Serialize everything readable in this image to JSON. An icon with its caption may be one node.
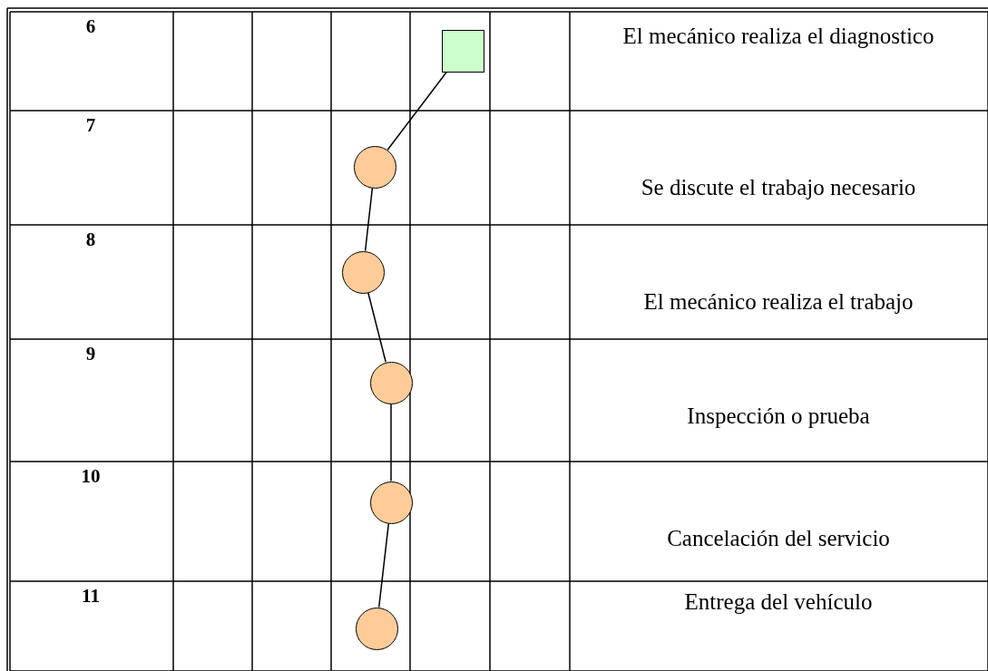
{
  "diagram": {
    "nodes": [
      {
        "text": [],
        "shape": "box"
      },
      {
        "text": [],
        "shape": "circle"
      },
      {
        "text": [],
        "shape": "circle"
      },
      {
        "text": [],
        "shape": "circle"
      },
      {
        "text": [],
        "shape": "circle"
      },
      {
        "text": [],
        "shape": "circle"
      }
    ],
    "edges": [
      {
        "from": 0,
        "to": 1,
        "arrow": "none"
      },
      {
        "from": 1,
        "to": 2,
        "arrow": "none"
      },
      {
        "from": 2,
        "to": 3,
        "arrow": "none"
      },
      {
        "from": 3,
        "to": 4,
        "arrow": "none"
      },
      {
        "from": 4,
        "to": 5,
        "arrow": "none"
      }
    ],
    "labels": [
      "6",
      "El mecánico realiza el diagnostico",
      "7",
      "Se discute el trabajo necesario",
      "8",
      "El mecánico realiza el trabajo",
      "9",
      "Inspección o prueba",
      "10",
      "Cancelación del servicio",
      "11",
      "Entrega del vehículo"
    ]
  }
}
